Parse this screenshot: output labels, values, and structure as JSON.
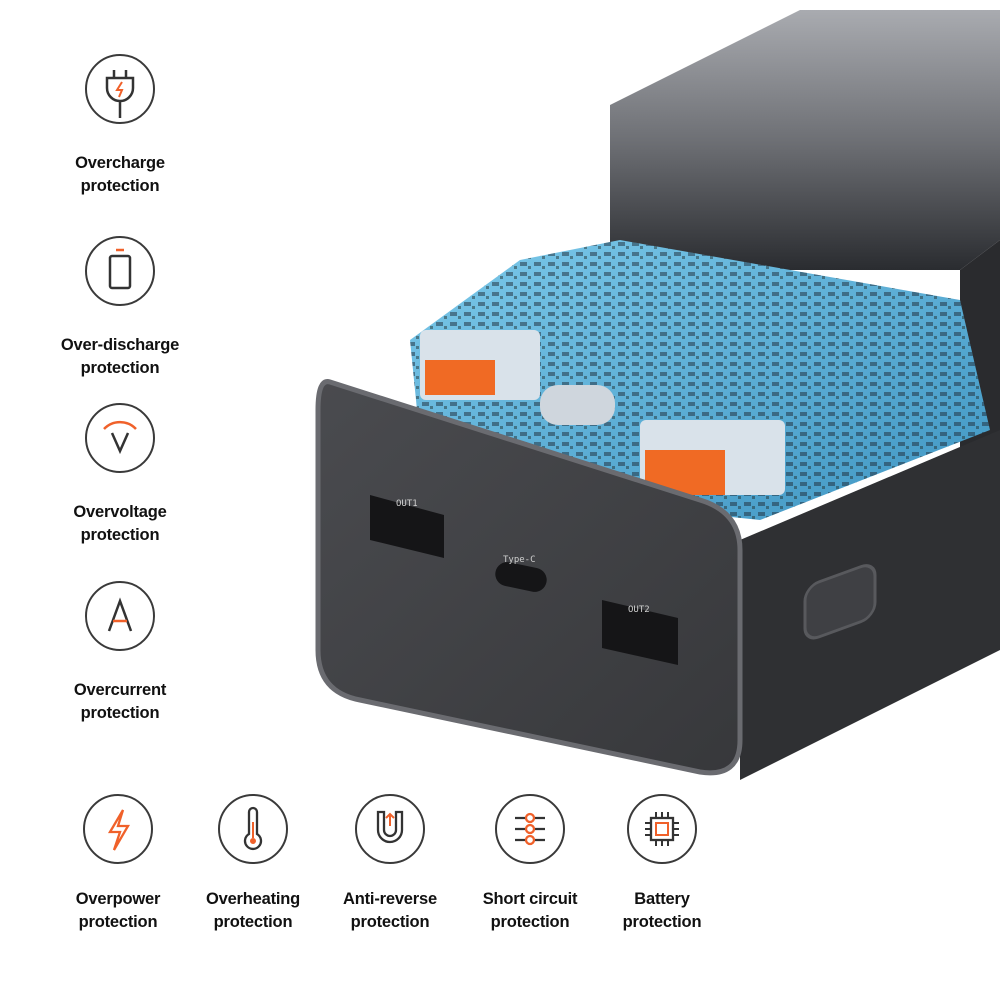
{
  "features_left": [
    {
      "icon": "plug-icon",
      "line1": "Overcharge",
      "line2": "protection"
    },
    {
      "icon": "battery-icon",
      "line1": "Over-discharge",
      "line2": "protection"
    },
    {
      "icon": "voltage-icon",
      "line1": "Overvoltage",
      "line2": "protection"
    },
    {
      "icon": "current-icon",
      "line1": "Overcurrent",
      "line2": "protection"
    }
  ],
  "features_bottom": [
    {
      "icon": "lightning-icon",
      "line1": "Overpower",
      "line2": "protection"
    },
    {
      "icon": "thermometer-icon",
      "line1": "Overheating",
      "line2": "protection"
    },
    {
      "icon": "magnet-icon",
      "line1": "Anti-reverse",
      "line2": "protection"
    },
    {
      "icon": "circuit-icon",
      "line1": "Short circuit",
      "line2": "protection"
    },
    {
      "icon": "chip-icon",
      "line1": "Battery",
      "line2": "protection"
    }
  ],
  "ports": {
    "out1": "OUT1",
    "typec": "Type-C",
    "out2": "OUT2"
  },
  "colors": {
    "accent": "#f0612a",
    "pcb": "#5fb3d8",
    "body": "#3c3d40"
  }
}
